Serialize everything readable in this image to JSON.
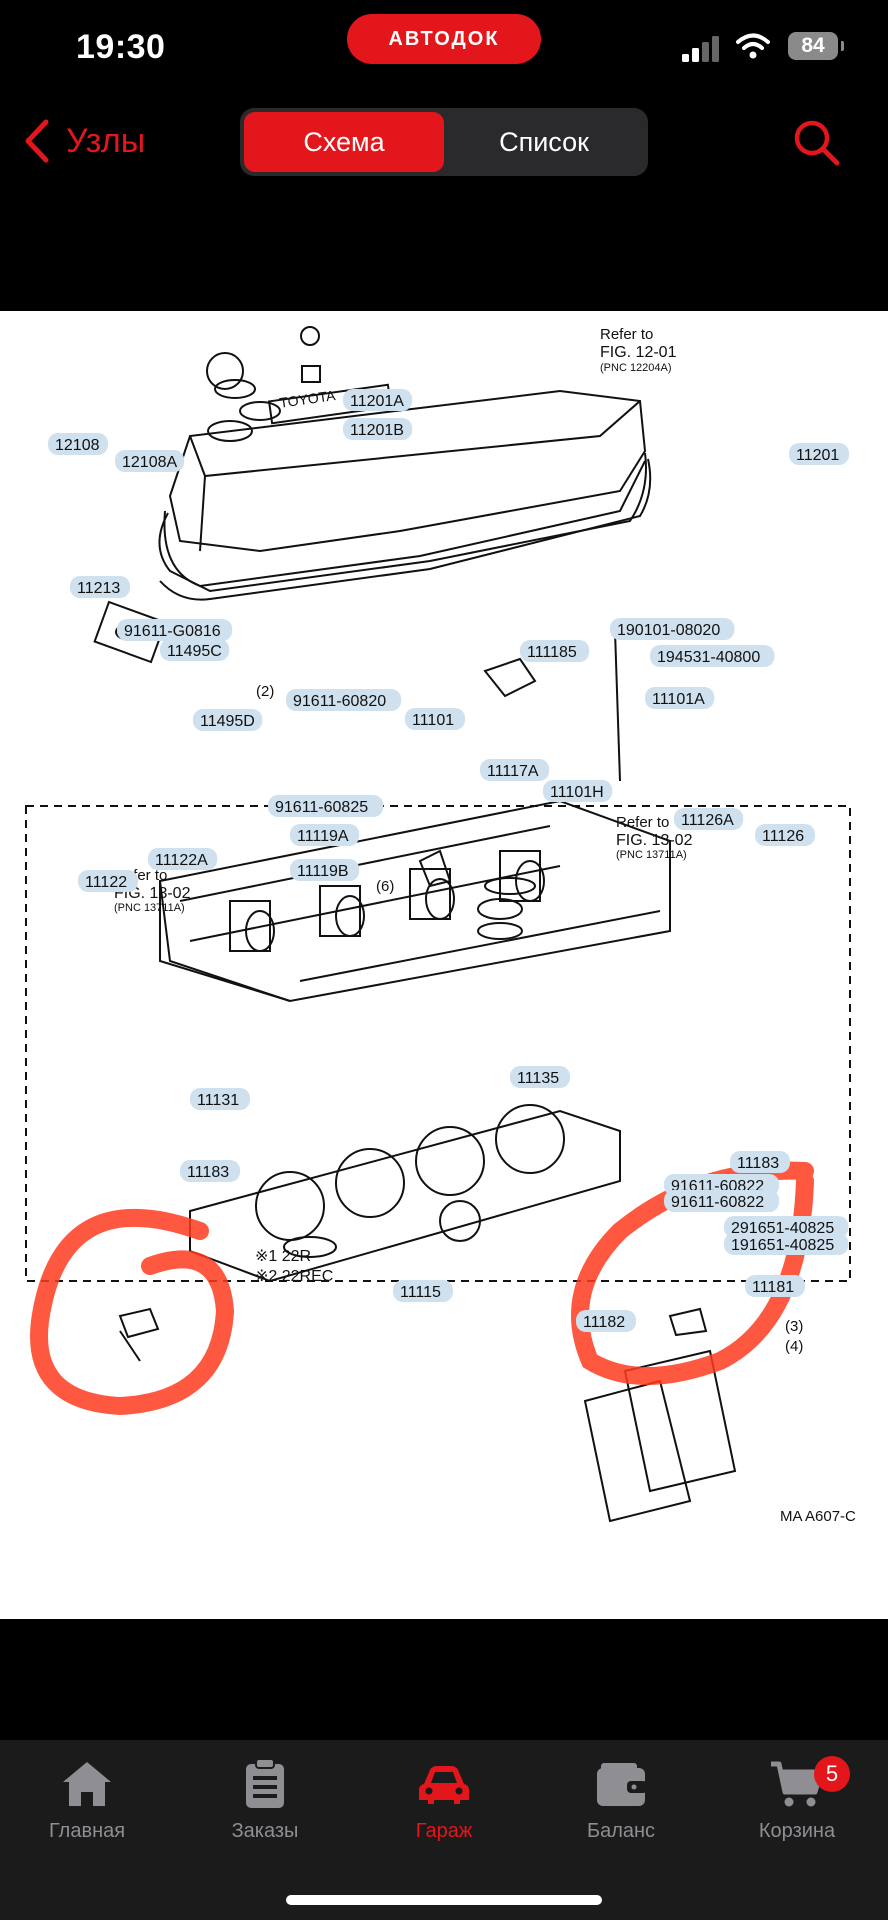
{
  "status_bar": {
    "time": "19:30",
    "carrier": "АВТОДОК",
    "battery": "84"
  },
  "nav": {
    "back_label": "Узлы",
    "segments": [
      "Схема",
      "Список"
    ],
    "active_segment": 0
  },
  "diagram": {
    "callouts": [
      "11201A",
      "11201B",
      "12108",
      "12108A",
      "11201",
      "11213",
      "91611-G0816",
      "11495C",
      "11495D",
      "91611-60820",
      "11101",
      "111185",
      "190101-08020",
      "194531-40800",
      "11101A",
      "11117A",
      "11101H",
      "11126A",
      "11126",
      "91611-60825",
      "11119A",
      "11122A",
      "11122",
      "11119B",
      "11135",
      "11131",
      "11183",
      "11183",
      "91611-60822",
      "91611-60822",
      "291651-40825",
      "191651-40825",
      "11181",
      "11115",
      "11182"
    ],
    "refs": [
      {
        "line1": "Refer to",
        "line2": "FIG. 12-01",
        "line3": "(PNC 12204A)"
      },
      {
        "line1": "Refer to",
        "line2": "FIG. 13-02",
        "line3": "(PNC 13711A)"
      },
      {
        "line1": "Refer to",
        "line2": "FIG. 13-02",
        "line3": "(PNC 13711A)"
      }
    ],
    "notes": {
      "qty2": "(2)",
      "qty6": "(6)",
      "qty3": "(3)",
      "qty4": "(4)",
      "legend1": "※1 22R",
      "legend2": "※2 22REC",
      "code": "MA A607-C",
      "logo": "TOYOTA"
    }
  },
  "tabs": [
    {
      "label": "Главная",
      "icon": "home-icon"
    },
    {
      "label": "Заказы",
      "icon": "orders-icon"
    },
    {
      "label": "Гараж",
      "icon": "car-icon"
    },
    {
      "label": "Баланс",
      "icon": "wallet-icon"
    },
    {
      "label": "Корзина",
      "icon": "cart-icon",
      "badge": "5"
    }
  ],
  "active_tab": 2,
  "colors": {
    "accent": "#e3161b",
    "callout_bg": "#cfe0ee",
    "tab_inactive": "#8e8e93"
  }
}
